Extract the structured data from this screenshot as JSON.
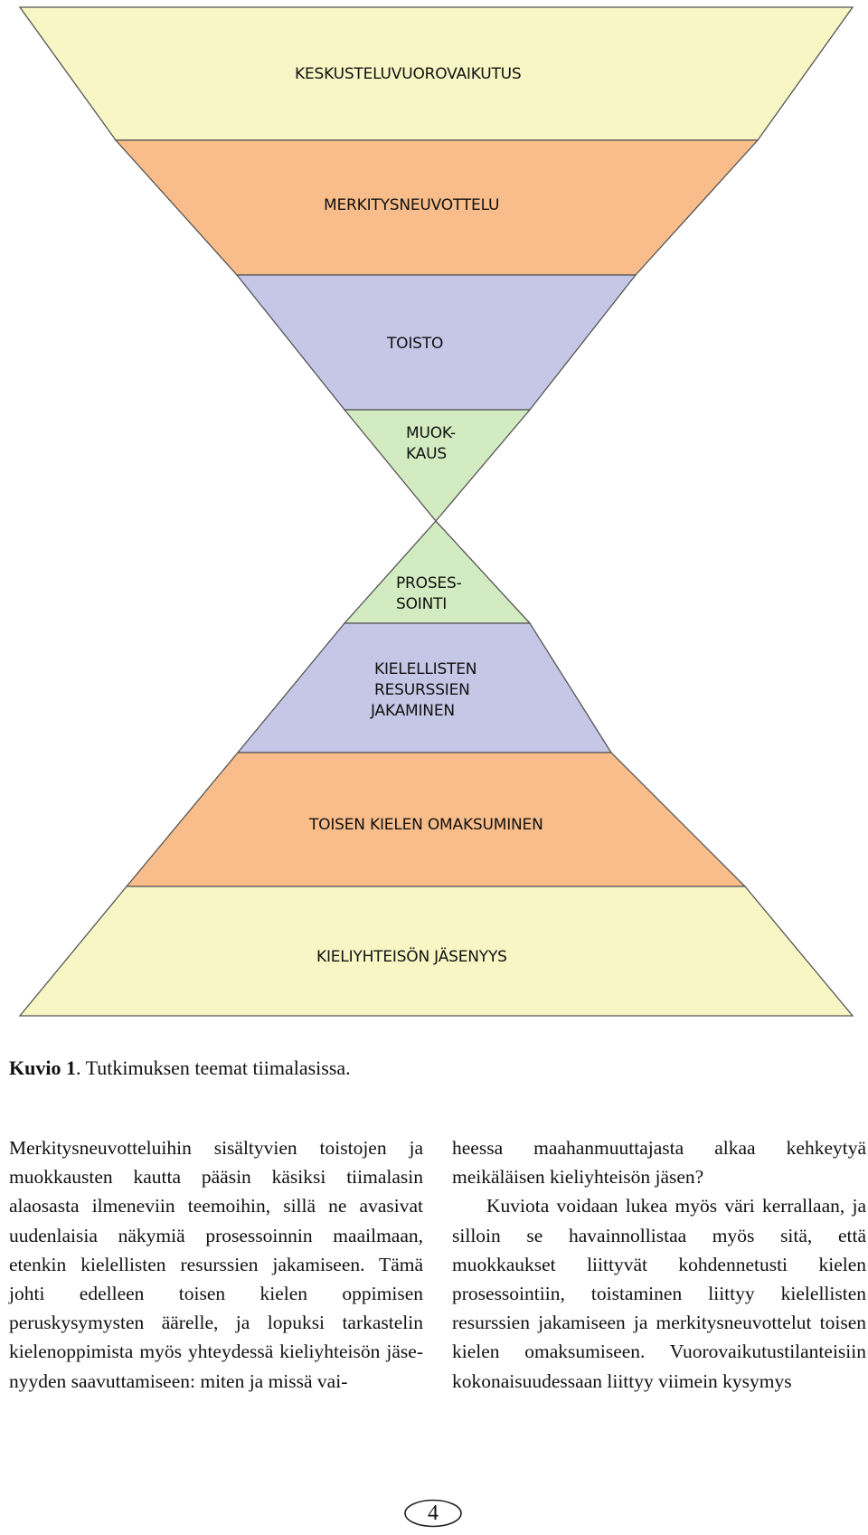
{
  "diagram": {
    "layers": [
      {
        "id": "keskustelu",
        "lines": [
          "KESKUSTELUVUOROVAIKUTUS"
        ],
        "color": "#f8f6c4"
      },
      {
        "id": "merkitys",
        "lines": [
          "MERKITYSNEUVOTTELU"
        ],
        "color": "#f8bd8a"
      },
      {
        "id": "toisto",
        "lines": [
          "TOISTO"
        ],
        "color": "#c6c6e6"
      },
      {
        "id": "muokkaus",
        "lines": [
          "MUOK-",
          "KAUS"
        ],
        "color": "#d2ebc0"
      },
      {
        "id": "prosessointi",
        "lines": [
          "PROSES-",
          "SOINTI"
        ],
        "color": "#d2ebc0"
      },
      {
        "id": "resurssit",
        "lines": [
          "KIELELLISTEN",
          "RESURSSIEN",
          "JAKAMINEN"
        ],
        "color": "#c6c6e6"
      },
      {
        "id": "omaksuminen",
        "lines": [
          "TOISEN KIELEN OMAKSUMINEN"
        ],
        "color": "#f8bd8a"
      },
      {
        "id": "jasenyys",
        "lines": [
          "KIELIYHTEISÖN JÄSENYYS"
        ],
        "color": "#f8f6c4"
      }
    ],
    "stroke_color": "#555555"
  },
  "caption": {
    "label": "Kuvio 1",
    "text": ". Tutkimuksen teemat tiimalasissa."
  },
  "columns": {
    "left": "Merkitysneuvotteluihin sisältyvien toisto­jen ja muokkausten kautta pääsin käsiksi tiimalasin alaosasta ilmeneviin teemoihin, sillä ne avasivat uudenlaisia näkymiä pro­sessoinnin maailmaan, etenkin kielellisten resurssien jakamiseen. Tämä johti edelleen toisen kielen oppimisen peruskysymysten äärelle, ja lopuksi tarkastelin kielenoppi­mista myös yhteydessä kieliyhteisön jäse­nyyden saavuttamiseen: miten ja missä vai-",
    "right_p1": "heessa maahanmuuttajasta alkaa kehkeytyä meikäläisen kieliyhteisön jäsen?",
    "right_p2": "Kuviota voidaan lukea myös väri ker­rallaan, ja silloin se havainnollistaa myös sitä, että muokkaukset liittyvät kohden­netusti kielen prosessointiin, toistami­nen liittyy kielellisten resurssien jakami­seen ja merkitysneuvottelut toisen kielen omaksumiseen. Vuorovaikutustilanteisiin kokonaisuudessaan liittyy viimein kysymys"
  },
  "page_number": "4"
}
